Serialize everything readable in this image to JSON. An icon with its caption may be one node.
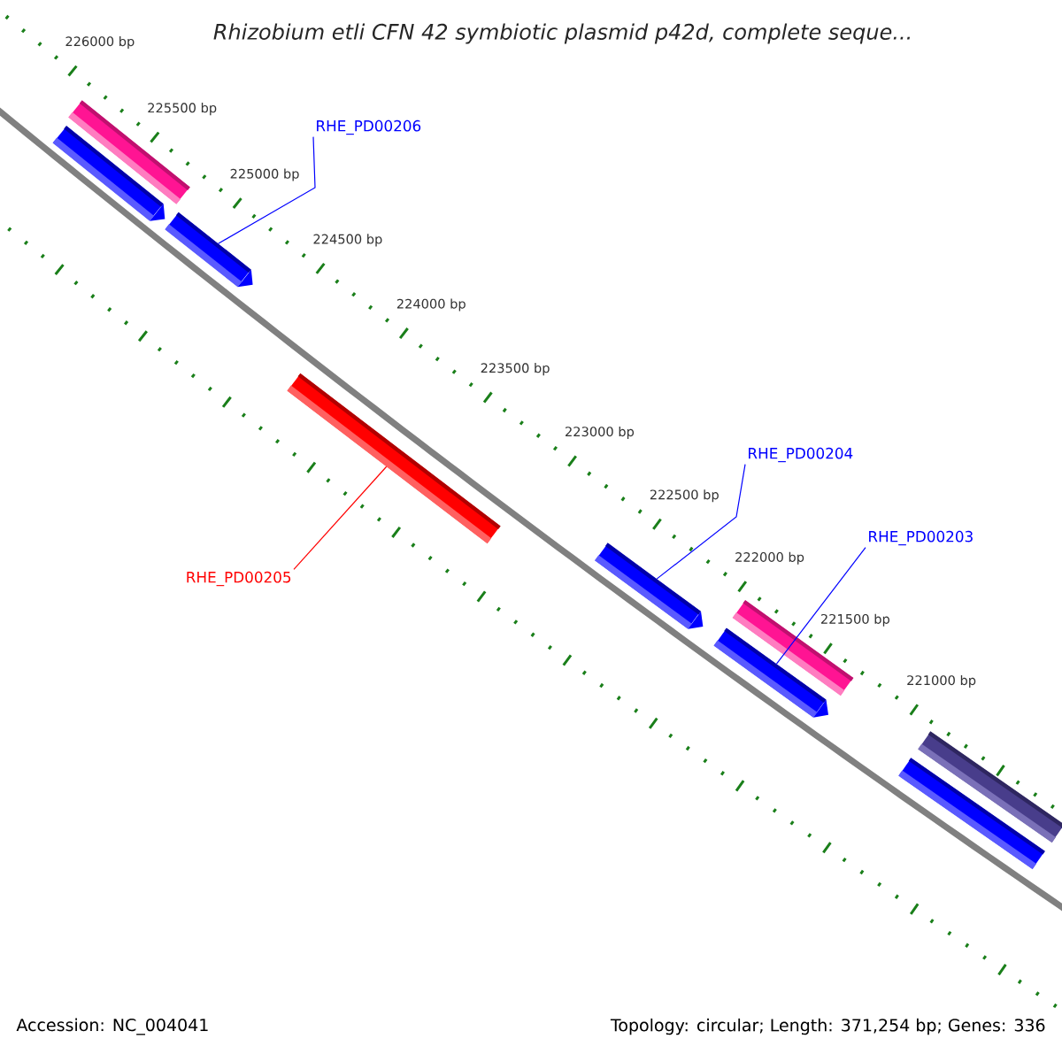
{
  "diagram": {
    "title": "*Rhizobium etli* CFN 42 symbiotic plasmid p42d, complete seque...",
    "nodes": [
      {
        "text": [
          "RHE_PD00206"
        ]
      },
      {
        "text": [],
        "shape": "bar"
      },
      {
        "text": [],
        "shape": "bar"
      },
      {
        "text": [],
        "shape": "bar"
      },
      {
        "text": [],
        "shape": "bar"
      },
      {
        "text": [
          "RHE_PD00205"
        ]
      },
      {
        "text": [
          "RHE_PD00204"
        ]
      },
      {
        "text": [],
        "shape": "bar"
      },
      {
        "text": [
          "RHE_PD00203"
        ]
      },
      {
        "text": [],
        "shape": "bar"
      },
      {
        "text": [],
        "shape": "bar"
      },
      {
        "text": [],
        "shape": "bar"
      },
      {
        "text": [],
        "shape": "bar"
      }
    ],
    "edges": [
      {
        "from": 0,
        "to": 3,
        "arrow": "none"
      },
      {
        "from": 5,
        "to": 4,
        "arrow": "none",
        "color": "#ff0000"
      },
      {
        "from": 6,
        "to": 7,
        "arrow": "none"
      },
      {
        "from": 8,
        "to": 10,
        "arrow": "none"
      }
    ],
    "labels": [
      "226000 bp",
      "225500 bp",
      "225000 bp",
      "224500 bp",
      "224000 bp",
      "223500 bp",
      "223000 bp",
      "222500 bp",
      "222000 bp",
      "221500 bp",
      "221000 bp",
      "Accession: NC_004041",
      "Topology: circular; Length: 371,254 bp; Genes: 336"
    ]
  }
}
